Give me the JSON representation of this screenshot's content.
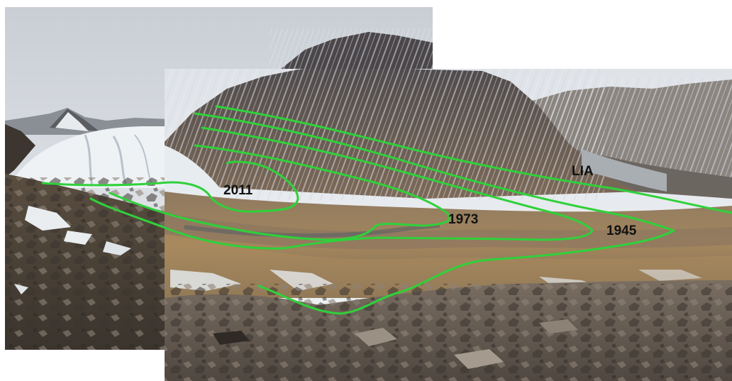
{
  "labels": {
    "lia": "LIA",
    "y1945": "1945",
    "y1973": "1973",
    "y2011": "2011"
  },
  "colors": {
    "outline": "#2fd13a",
    "label": "#111111",
    "background": "#ffffff",
    "snow": "#eef2f5",
    "rock_dark": "#3b3630",
    "tundra": "#9a8060",
    "sky": "#e6e9ed"
  }
}
